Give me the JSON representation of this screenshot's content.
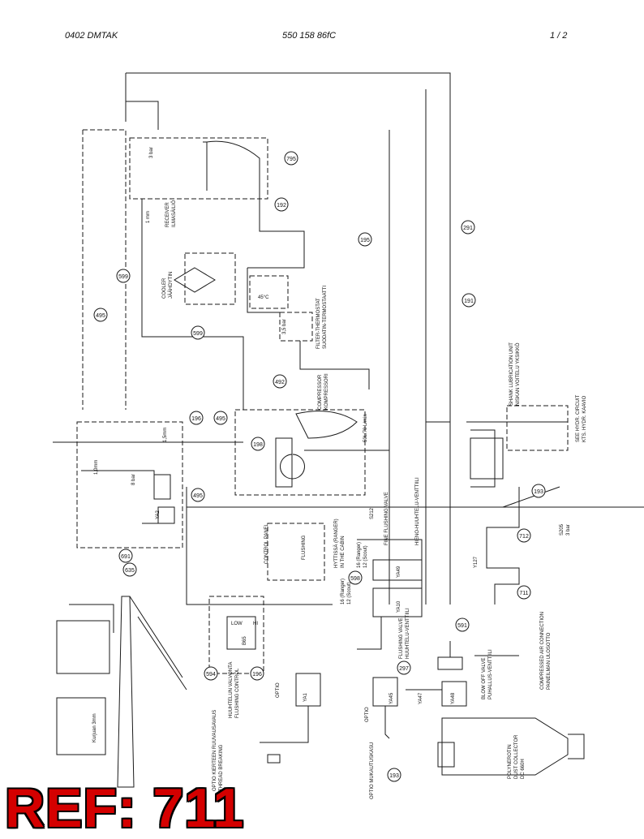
{
  "header": {
    "left": "0402   DMTAK",
    "center": "550 158 86fC",
    "right": "1 /   2"
  },
  "reference_label": "REF: 711",
  "balloons": [
    "795",
    "192",
    "195",
    "291",
    "599",
    "191",
    "495",
    "599",
    "492",
    "196",
    "495",
    "198",
    "495",
    "193",
    "712",
    "711",
    "691",
    "635",
    "598",
    "594",
    "196",
    "591",
    "297",
    "193"
  ],
  "labels": {
    "receiver": "RECEIVER",
    "receiver_fi": "ILMASÄILIÖ",
    "cooler": "COOLER",
    "cooler_fi": "JÄÄHDYTIN",
    "filter_thermostat": "FILTER-THERMOSTAT",
    "filter_thermostat_fi": "SUODATIN-TERMOSTAATTI",
    "compressor": "COMPRESSOR",
    "compressor_fi": "KOMPRESSORI",
    "flow": "50L/70 L/min",
    "temp": "45°C",
    "bar_3": "3 bar",
    "bar_35": "3,5 bar",
    "mm_1": "1 mm",
    "mm_15": "1,5mm",
    "mm_10": "1,0mm",
    "bar_8": "8 bar",
    "shank_lub": "SHANK LUBRICATION UNIT",
    "shank_lub_fi": "NISKAN VOITELU YKSIKKÖ",
    "hydr_circuit": "SEE HYDR. CIRCUIT",
    "hydr_circuit_fi": "KTS. HYDR. KAAVIO",
    "control_panel": "CONTROL PANEL",
    "flushing": "FLUSHING",
    "fine_flushing": "FINE FLUSHING VALVE",
    "fine_flushing_fi": "HIENO-HUUHTELU-VENTTIILI",
    "hyttissa": "HYTTISSÄ (RANGER)",
    "in_cabin": "IN THE CABIN",
    "flushing_valve": "FLUSHING VALVE",
    "flushing_valve_fi": "HUUHTELU-VENTTIILI",
    "ranger_1": "16 (Ranger)",
    "ranger_2": "12 (Scout)",
    "flushing_control": "HUUHTELUN VALVONTA",
    "flushing_control_en": "FLUSHING CONTROL",
    "low": "LOW",
    "hi": "HI",
    "compressed_air": "COMPRESSED AIR CONNECTION",
    "compressed_air_fi": "PAINEILMAN ULOSOTTO",
    "blow_off": "BLOW OFF VALVE",
    "blow_off_fi": "PUHALLUS-VENTTIILI",
    "dust_collector": "POLYNEROTIN",
    "dust_collector_en": "DUST COLLECTOR",
    "dust_collector_model": "DC 660H",
    "thread_breaking": "OPTIO KIERTEEN RUUVAUSAVAUS",
    "thread_breaking_en": "THREAD BREAKING",
    "opt_mukautuskasu": "OPTIO MUKAUTUSKASU",
    "optio": "OPTIO",
    "kurjuan": "Kurjuan 3mm",
    "bar_3b": "3 bar",
    "s205": "S205",
    "s212": "S212",
    "ya1": "YA1",
    "ya2": "YA2",
    "ya45": "YA45",
    "ya47": "YA47",
    "ya48": "YA48",
    "ya49": "YA49",
    "ya10": "YA10",
    "y127": "Y127",
    "b65": "B65"
  },
  "colors": {
    "line": "#1a1a1a",
    "ref": "#d40000"
  }
}
